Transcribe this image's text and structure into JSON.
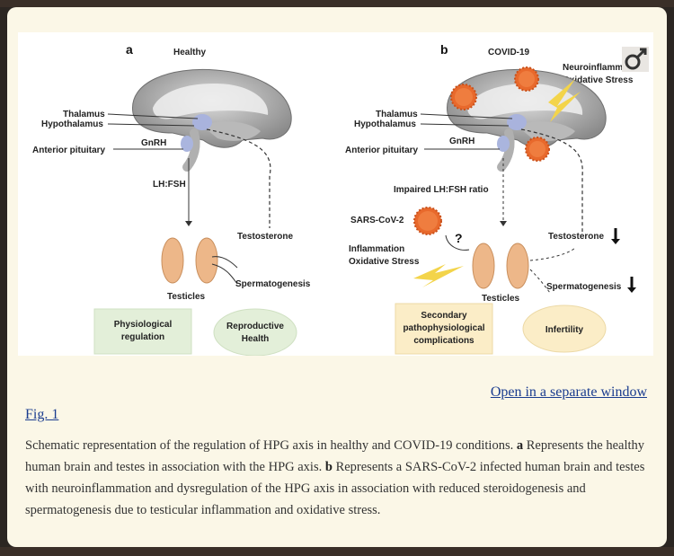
{
  "figure": {
    "panel_a": {
      "letter": "a",
      "title": "Healthy",
      "thalamus": "Thalamus",
      "hypothalamus": "Hypothalamus",
      "anterior_pituitary": "Anterior pituitary",
      "gnrh": "GnRH",
      "lhfsh": "LH:FSH",
      "testosterone": "Testosterone",
      "spermatogenesis": "Spermatogenesis",
      "testicles": "Testicles",
      "box1_line1": "Physiological",
      "box1_line2": "regulation",
      "box2_line1": "Reproductive",
      "box2_line2": "Health"
    },
    "panel_b": {
      "letter": "b",
      "title": "COVID-19",
      "neuro_line1": "Neuroinflamm",
      "neuro_line2": "Oxidative Stress",
      "thalamus": "Thalamus",
      "hypothalamus": "Hypothalamus",
      "anterior_pituitary": "Anterior pituitary",
      "gnrh": "GnRH",
      "impaired": "Impaired LH:FSH ratio",
      "sars": "SARS-CoV-2",
      "question": "?",
      "inflammation": "Inflammation",
      "oxidative": "Oxidative Stress",
      "testosterone": "Testosterone",
      "spermatogenesis": "Spermatogenesis",
      "testicles": "Testicles",
      "box1_line1": "Secondary",
      "box1_line2": "pathophysiological",
      "box1_line3": "complications",
      "box2_line1": "Infertility"
    }
  },
  "open_link": "Open in a separate window",
  "fig_label": "Fig. 1",
  "caption": {
    "part1": "Schematic representation of the regulation of HPG axis in healthy and COVID-19 conditions. ",
    "a": "a",
    "part2": " Represents the healthy human brain and testes in association with the HPG axis. ",
    "b": "b",
    "part3": " Represents a SARS-CoV-2 infected human brain and testes with neuroinflammation and dysregulation of the HPG axis in association with reduced steroidogenesis and spermatogenesis due to testicular inflammation and oxidative stress."
  },
  "colors": {
    "virus": "#e8692c",
    "box_green": "#e3efd9",
    "box_yellow": "#fbedc7",
    "testis": "#edb789"
  }
}
